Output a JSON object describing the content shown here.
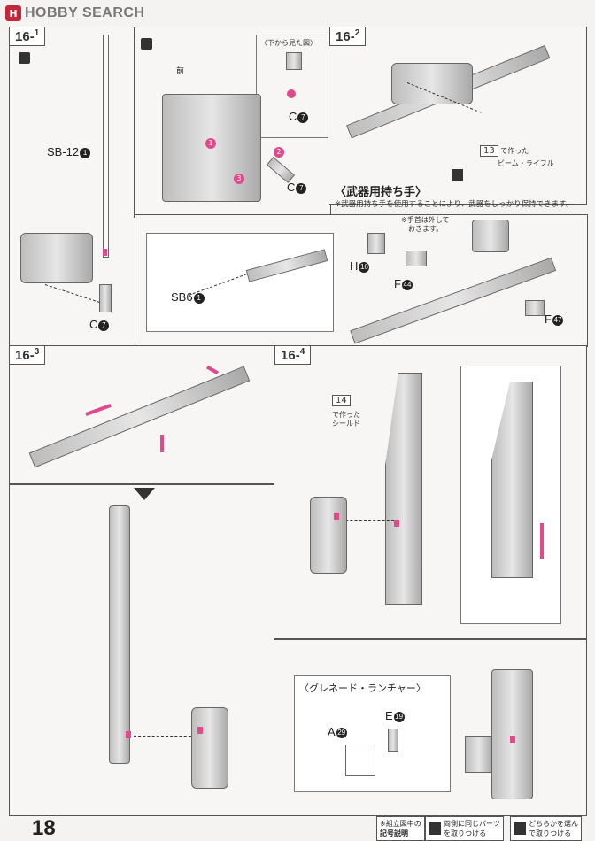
{
  "header": {
    "brand": "HOBBY SEARCH",
    "brand_badge": "H"
  },
  "steps": {
    "s1": {
      "main": "16",
      "sub": "1",
      "label_top": "〈下から見た図〉",
      "sb12": "SB-12",
      "c7a": "C",
      "c7b": "C",
      "c7c": "C",
      "mae": "前",
      "n1": "1",
      "n2": "2",
      "n3": "3",
      "num7": "7",
      "num1": "1"
    },
    "s2": {
      "main": "16",
      "sub": "2",
      "ref_num": "13",
      "ref_text1": "で作った",
      "ref_text2": "ビーム・ライフル",
      "section": "〈武器用持ち手〉",
      "note": "※武器用持ち手を使用することにより、武器をしっかり保持できます。",
      "wrist_note1": "※手首は外して",
      "wrist_note2": "おきます。",
      "sb6": "SB6",
      "h": "H",
      "f44": "F",
      "f47": "F",
      "num16": "16",
      "num44": "44",
      "num47": "47",
      "num1": "1"
    },
    "s3": {
      "main": "16",
      "sub": "3"
    },
    "s4": {
      "main": "16",
      "sub": "4",
      "ref_num": "14",
      "ref_text1": "で作った",
      "ref_text2": "シールド",
      "grenade": "〈グレネード・ランチャー〉",
      "e": "E",
      "a": "A",
      "num19": "19",
      "num29": "29"
    }
  },
  "footer": {
    "page": "18",
    "legend1_a": "※組立図中の",
    "legend1_b": "記号説明",
    "legend2_a": "両側に同じパーツ",
    "legend2_b": "を取りつける",
    "legend3_a": "どちらかを選ん",
    "legend3_b": "で取りつける"
  }
}
